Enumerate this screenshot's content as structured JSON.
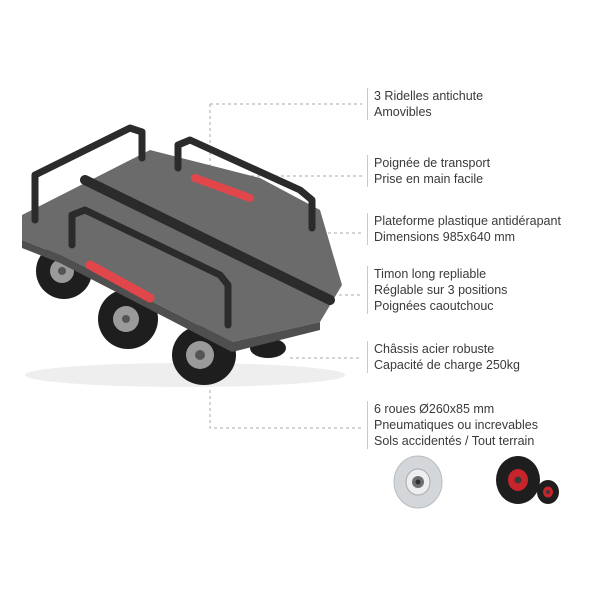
{
  "features": [
    {
      "id": "ridelles",
      "lines": [
        "3 Ridelles antichute",
        "Amovibles"
      ]
    },
    {
      "id": "poignee",
      "lines": [
        "Poignée de transport",
        "Prise en main facile"
      ]
    },
    {
      "id": "plateforme",
      "lines": [
        "Plateforme plastique antidérapant",
        "Dimensions 985x640 mm"
      ]
    },
    {
      "id": "timon",
      "lines": [
        "Timon long repliable",
        "Réglable sur 3 positions",
        "Poignées caoutchouc"
      ]
    },
    {
      "id": "chassis",
      "lines": [
        "Châssis acier robuste",
        "Capacité de charge 250kg"
      ]
    },
    {
      "id": "roues",
      "lines": [
        "6 roues Ø260x85 mm",
        "Pneumatiques ou increvables",
        "Sols accidentés / Tout terrain"
      ]
    }
  ],
  "colors": {
    "text": "#3a3a3a",
    "leader": "#a9a9a9",
    "platform": "#6b6b6b",
    "frame": "#2b2b2b",
    "grip": "#e0464a",
    "tire": "#1e1e1e",
    "hub": "#9a9a9a",
    "grey_tire": "#d4d7da",
    "red_hub": "#c8242b"
  }
}
